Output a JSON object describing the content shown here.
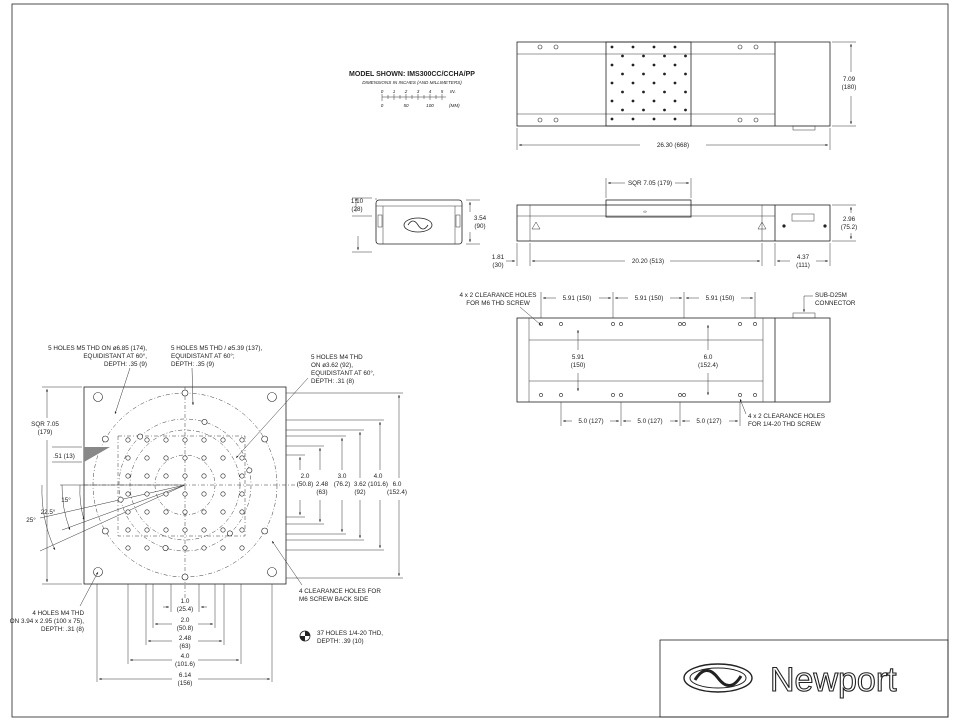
{
  "title_block": {
    "model_label": "MODEL SHOWN: IMS300CC/CCHA/PP",
    "units_note": "DIMENSIONS IN INCHES (AND MILLIMETERS)",
    "scale_in_ticks": [
      "0",
      "1",
      "2",
      "3",
      "4",
      "5"
    ],
    "scale_in_unit": "IN.",
    "scale_mm_ticks": [
      "0",
      "50",
      "100"
    ],
    "scale_mm_unit": "(MM)",
    "logo_text": "Newport"
  },
  "top_view": {
    "height_dim": [
      "7.09",
      "(180)"
    ],
    "length_dim": "26.30 (668)"
  },
  "end_view": {
    "dim_a": [
      "1.10",
      "(28)"
    ],
    "dim_b": [
      "3.54",
      "(90)"
    ],
    "dim_c": [
      "1.81",
      "(30)"
    ]
  },
  "side_view": {
    "carriage_dim": "SQR 7.05 (179)",
    "height_dim": [
      "2.96",
      "(75.2)"
    ],
    "travel_dim": "20.20 (513)",
    "connector_dim": [
      "4.37",
      "(111)"
    ]
  },
  "base_view": {
    "m6_note": [
      "4 x 2 CLEARANCE HOLES",
      "FOR M6 THD SCREW"
    ],
    "spacing_top": [
      "5.91 (150)",
      "5.91 (150)",
      "5.91 (150)"
    ],
    "connector_note": [
      "SUB-D25M",
      "CONNECTOR"
    ],
    "inner_dim": [
      "5.91",
      "(150)"
    ],
    "outer_dim": [
      "6.0",
      "(152.4)"
    ],
    "spacing_bottom": [
      "5.0 (127)",
      "5.0 (127)",
      "5.0 (127)"
    ],
    "quarter20_note": [
      "4 x 2 CLEARANCE HOLES",
      "FOR 1/4-20 THD SCREW"
    ]
  },
  "carriage_view": {
    "note_m5_174": [
      "5 HOLES M5 THD ON ø6.85 (174),",
      "EQUIDISTANT AT 60°,",
      "DEPTH: .35 (9)"
    ],
    "note_m5_137": [
      "5 HOLES M5 THD / ø5.39 (137),",
      "EQUIDISTANT AT 60°;",
      "DEPTH: .35 (9)"
    ],
    "note_m4_92": [
      "5 HOLES M4 THD",
      "ON ø3.62 (92),",
      "EQUIDISTANT AT 60°,",
      "DEPTH: .31 (8)"
    ],
    "sqr": [
      "SQR 7.05",
      "(179)"
    ],
    "offset": ".51 (13)",
    "angles": [
      "15°",
      "22.5°",
      "25°"
    ],
    "right_dims": [
      [
        "2.0",
        "(50.8)"
      ],
      [
        "2.48",
        "(63)"
      ],
      [
        "3.0",
        "(76.2)"
      ],
      [
        "3.62",
        "(92)"
      ],
      [
        "4.0",
        "(101.6)"
      ],
      [
        "6.0",
        "(152.4)"
      ]
    ],
    "note_m4_bottom": [
      "4 HOLES M4 THD",
      "ON 3.94 x 2.95 (100 x 75),",
      "DEPTH: .31 (8)"
    ],
    "note_m6_back": [
      "4 CLEARANCE HOLES FOR",
      "M6 SCREW BACK SIDE"
    ],
    "bottom_dims": [
      [
        "1.0",
        "(25.4)"
      ],
      [
        "2.0",
        "(50.8)"
      ],
      [
        "2.48",
        "(63)"
      ],
      [
        "4.0",
        "(101.6)"
      ],
      [
        "6.14",
        "(156)"
      ]
    ],
    "legend": [
      "37 HOLES 1/4-20 THD,",
      "DEPTH: .39 (10)"
    ]
  }
}
